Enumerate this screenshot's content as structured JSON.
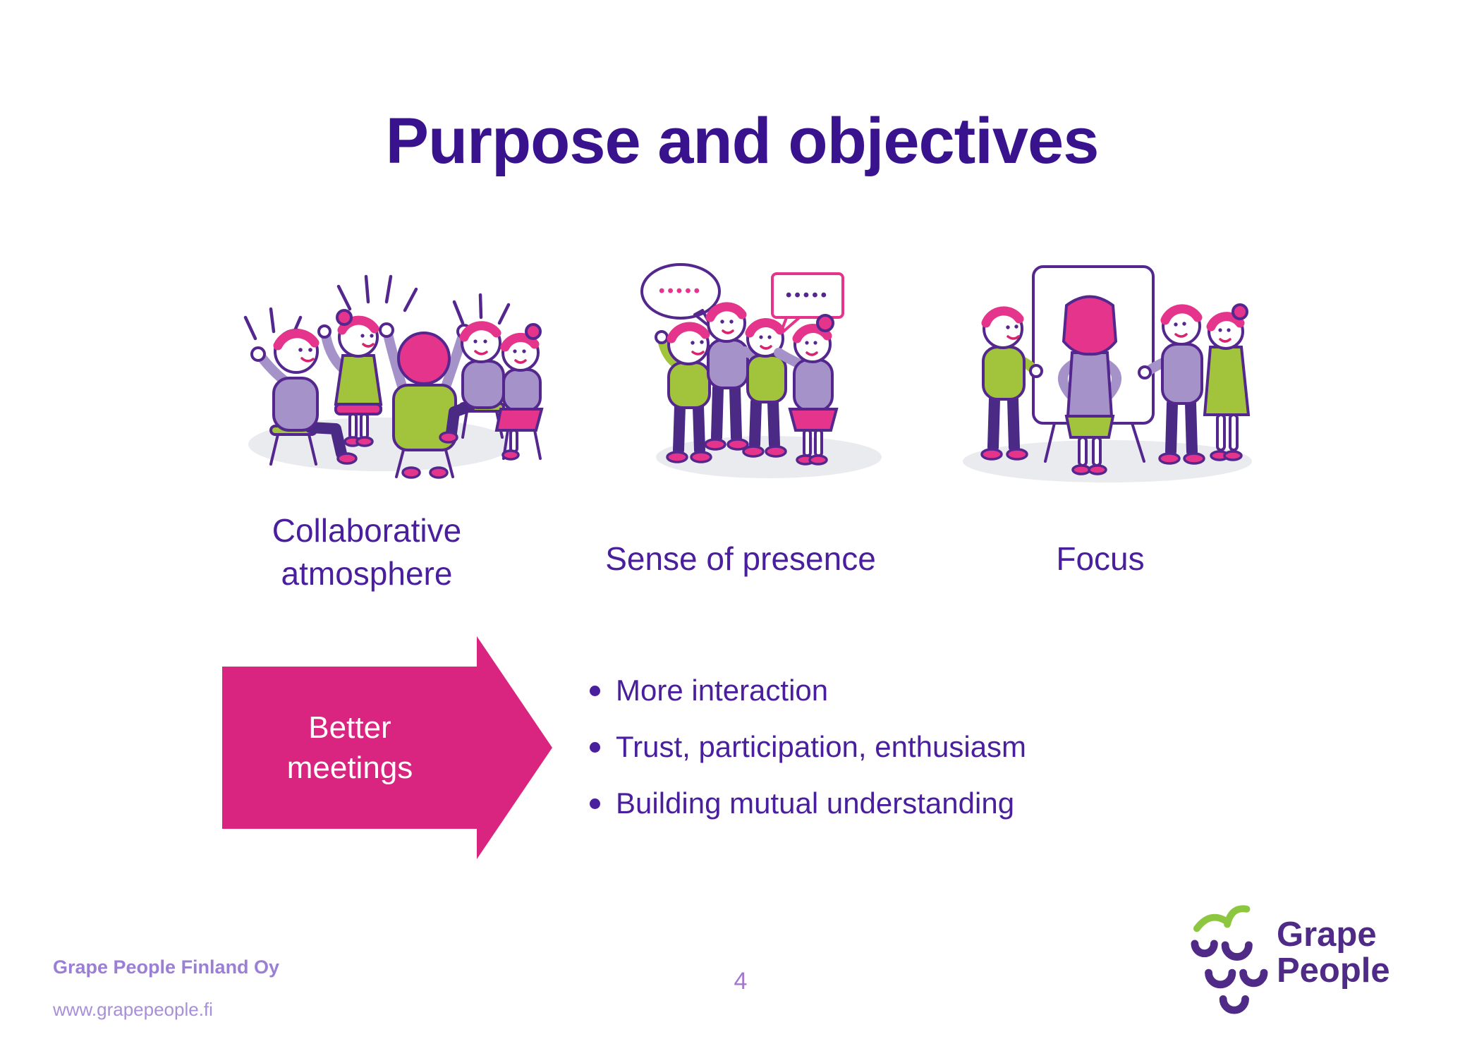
{
  "slide": {
    "title": "Purpose and objectives",
    "sections": [
      {
        "caption": "Collaborative atmosphere",
        "illustration": "group-seated-in-circle-cheering"
      },
      {
        "caption": "Sense of presence",
        "illustration": "group-standing-chatting-speech-bubbles"
      },
      {
        "caption": "Focus",
        "illustration": "group-around-flipchart"
      }
    ],
    "speech_bubbles": {
      "left_dots": "•••••",
      "right_dots": "•••••"
    },
    "arrow_label": "Better meetings",
    "bullets": [
      "More interaction",
      "Trust, participation, enthusiasm",
      "Building mutual understanding"
    ],
    "footer": {
      "company": "Grape People Finland Oy",
      "website": "www.grapepeople.fi"
    },
    "page_number": "4",
    "logo_text": "Grape People"
  },
  "colors": {
    "title_purple": "#39128e",
    "body_purple": "#4a1f9e",
    "arrow_pink": "#d92580",
    "footer_light_purple": "#9b7fd4",
    "website_purple": "#a88fd8",
    "page_number_purple": "#a476cf",
    "logo_purple": "#4f2b87",
    "logo_green": "#8dc63f",
    "illustration_pink": "#e5348c",
    "illustration_green": "#a2c33c",
    "illustration_light_purple": "#a592c9",
    "illustration_outline_purple": "#54278e",
    "shadow_gray": "#e9ebef"
  }
}
